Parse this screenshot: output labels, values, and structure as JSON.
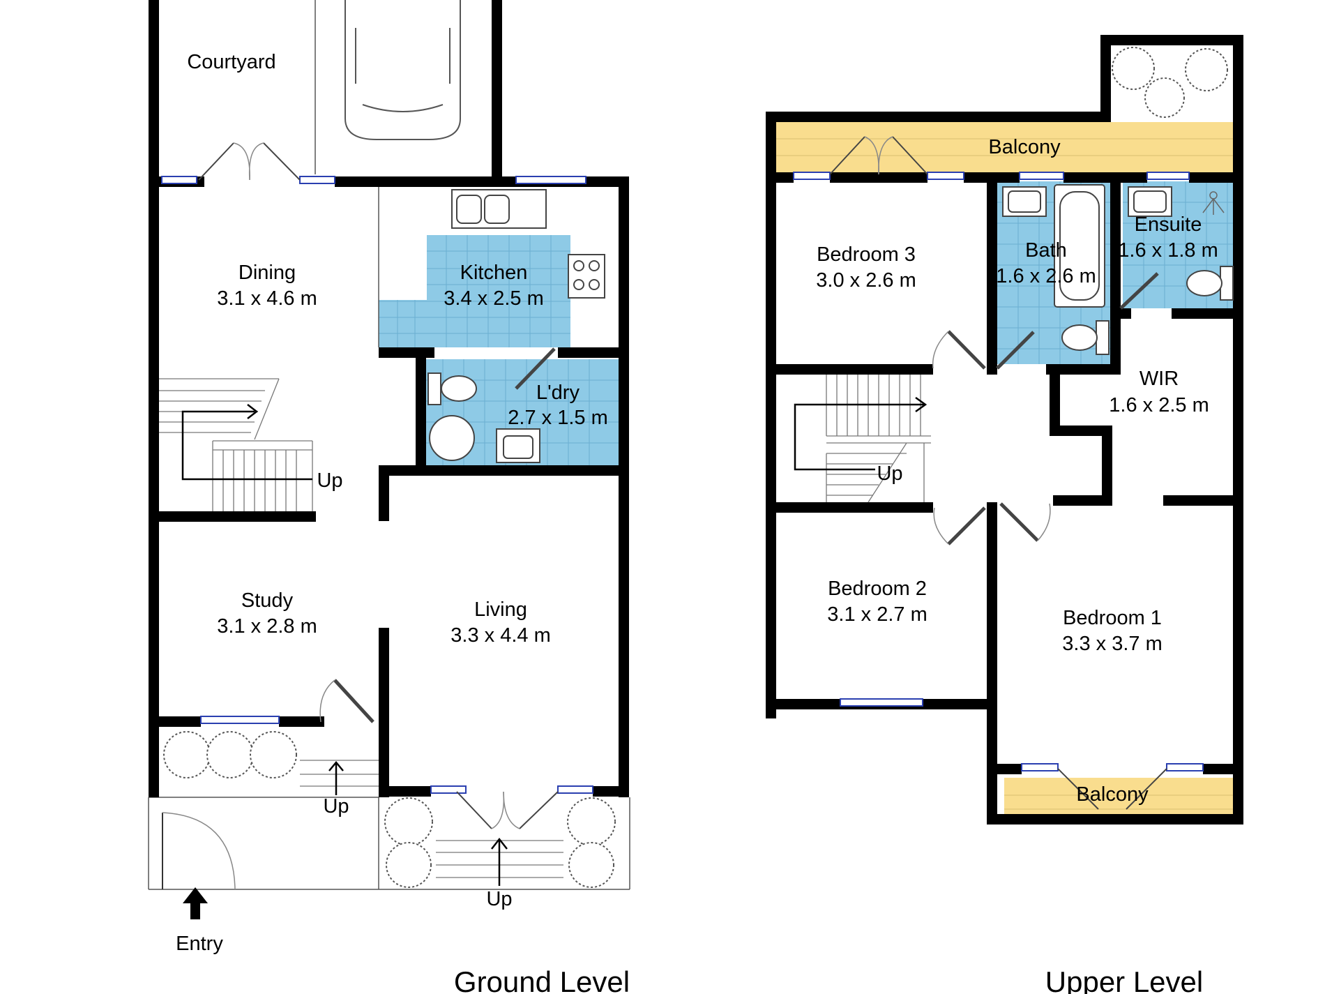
{
  "colors": {
    "wet_area": "#8ecae6",
    "balcony": "#f9dd8e",
    "wall": "#000000"
  },
  "ground": {
    "level_title": "Ground Level",
    "courtyard": "Courtyard",
    "dining": {
      "name": "Dining",
      "size": "3.1 x 4.6 m"
    },
    "kitchen": {
      "name": "Kitchen",
      "size": "3.4 x 2.5 m"
    },
    "laundry": {
      "name": "L'dry",
      "size": "2.7 x 1.5 m"
    },
    "study": {
      "name": "Study",
      "size": "3.1 x 2.8 m"
    },
    "living": {
      "name": "Living",
      "size": "3.3 x 4.4 m"
    },
    "stair_up": "Up",
    "porch_up": "Up",
    "front_up": "Up",
    "entry": "Entry"
  },
  "upper": {
    "level_title": "Upper Level",
    "balcony_top": "Balcony",
    "bedroom3": {
      "name": "Bedroom 3",
      "size": "3.0 x 2.6 m"
    },
    "bath": {
      "name": "Bath",
      "size": "1.6 x 2.6 m"
    },
    "ensuite": {
      "name": "Ensuite",
      "size": "1.6 x 1.8 m"
    },
    "wir": {
      "name": "WIR",
      "size": "1.6 x 2.5 m"
    },
    "stair_up": "Up",
    "bedroom2": {
      "name": "Bedroom 2",
      "size": "3.1 x 2.7 m"
    },
    "bedroom1": {
      "name": "Bedroom 1",
      "size": "3.3 x 3.7 m"
    },
    "balcony_bottom": "Balcony"
  }
}
